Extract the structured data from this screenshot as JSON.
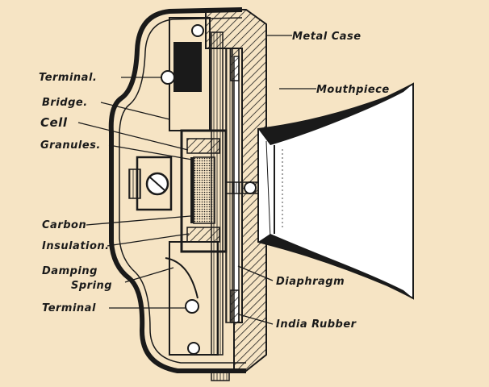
{
  "labels": {
    "metal_case": "Metal Case",
    "mouthpiece": "Mouthpiece",
    "terminal_top": "Terminal.",
    "bridge": "Bridge.",
    "cell": "Cell",
    "granules": "Granules.",
    "carbon": "Carbon",
    "insulation": "Insulation.",
    "damping": "Damping",
    "spring": "Spring",
    "terminal_bottom": "Terminal",
    "diaphragm": "Diaphragm",
    "india_rubber": "India Rubber"
  },
  "colors": {
    "background": "#f6e4c4",
    "ink": "#1a1a1a"
  }
}
